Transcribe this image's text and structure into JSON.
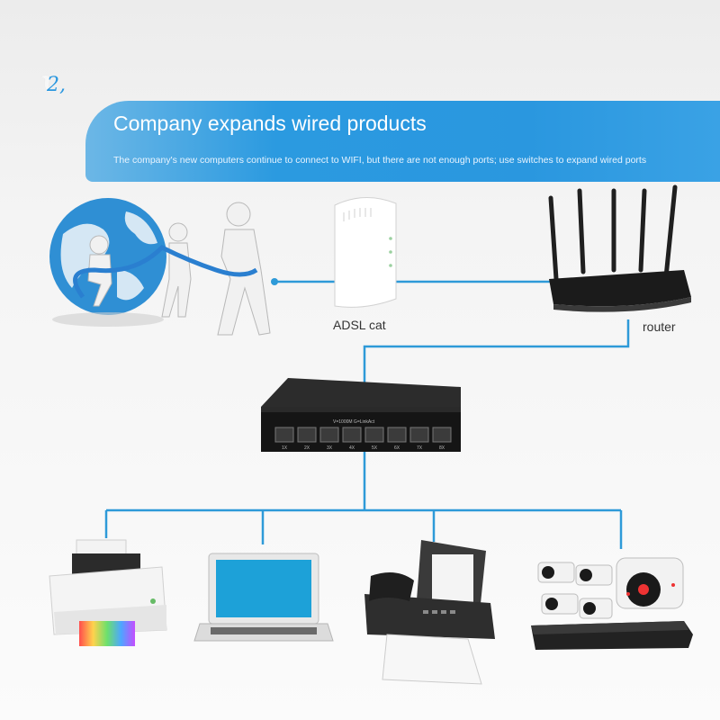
{
  "banner": {
    "step": "2,",
    "title": "Company expands wired products",
    "subtitle": "The company's new computers continue to connect to WIFI, but there are not enough ports; use switches to expand wired ports"
  },
  "devices": {
    "modem_label": "ADSL cat",
    "router_label": "router",
    "switch_text": "V=1000M G=LinkAct",
    "switch_ports": [
      "1X",
      "2X",
      "3X",
      "4X",
      "5X",
      "6X",
      "7X",
      "8X"
    ]
  },
  "colors": {
    "banner": "#2a97df",
    "line": "#2e9ad8"
  }
}
